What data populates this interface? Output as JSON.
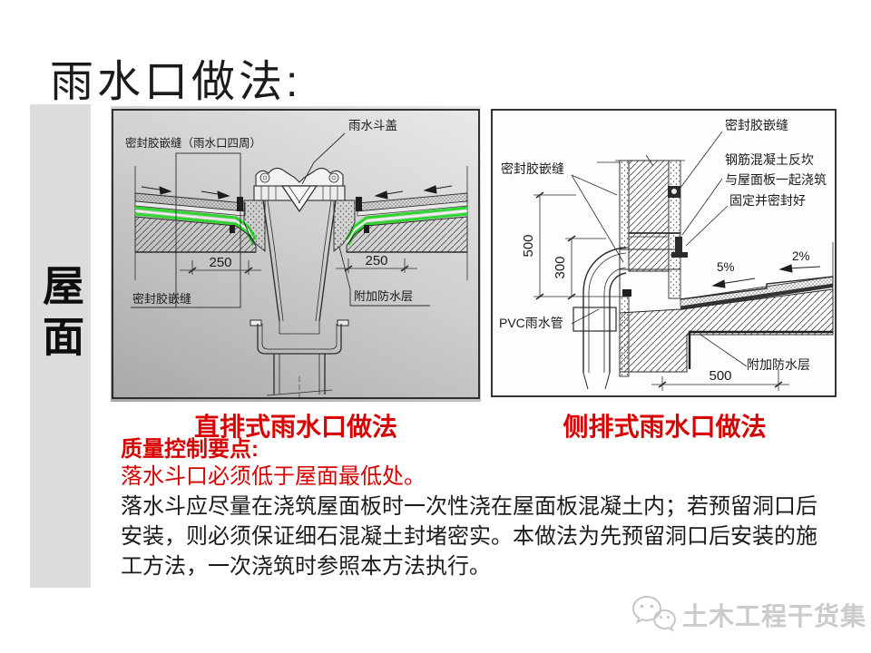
{
  "slide": {
    "title": "雨水口做法:",
    "sidebar": "屋面",
    "watermark": "土木工程干货集"
  },
  "left_diagram": {
    "caption": "直排式雨水口做法",
    "label_seal_around": "密封胶嵌缝（雨水口四周）",
    "label_hopper_cover": "雨水斗盖",
    "dim_left": "250",
    "dim_right": "250",
    "label_seal": "密封胶嵌缝",
    "label_extra_membrane": "附加防水层"
  },
  "right_diagram": {
    "caption": "侧排式雨水口做法",
    "label_seal_top": "密封胶嵌缝",
    "label_upstand_1": "钢筋混凝土反坎",
    "label_upstand_2": "与屋面板一起浇筑",
    "label_fix_seal": "固定并密封好",
    "label_seal_left": "密封胶嵌缝",
    "label_pvc_pipe": "PVC雨水管",
    "label_extra_membrane": "附加防水层",
    "dim_v500": "500",
    "dim_v300": "300",
    "dim_h500": "500",
    "slope_5": "5%",
    "slope_2": "2%"
  },
  "notes": {
    "heading": "质量控制要点:",
    "key_point": "落水斗口必须低于屋面最低处。",
    "body": "落水斗应尽量在浇筑屋面板时一次性浇在屋面板混凝土内；若预留洞口后安装，则必须保证细石混凝土封堵密实。本做法为先预留洞口后安装的施工方法，一次浇筑时参照本方法执行。"
  },
  "colors": {
    "red": "#d80000",
    "membrane_green": "#2ed52e",
    "sidebar_gray": "#dcdcdc"
  }
}
